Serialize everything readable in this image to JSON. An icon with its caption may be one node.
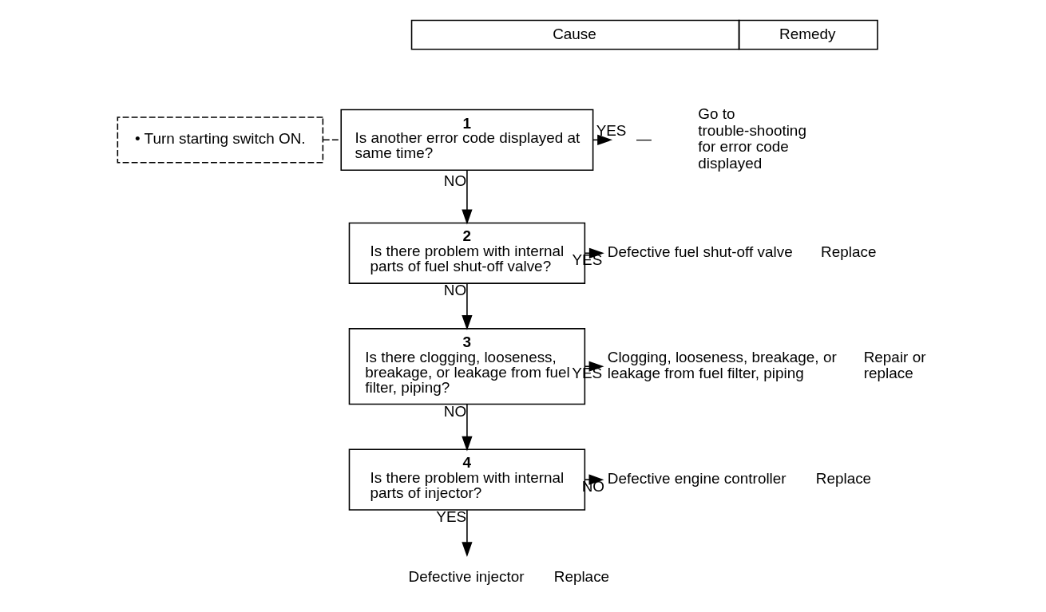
{
  "diagram": {
    "nodes": [
      {
        "text": [
          "• Turn starting switch ON."
        ]
      },
      {
        "text": [
          "1",
          "Is another error code displayed at same time?"
        ]
      },
      {
        "text": [
          "2",
          "Is there problem with internal parts of fuel shut-off valve?"
        ]
      },
      {
        "text": [
          "3",
          "Is there clogging, looseness, breakage, or leakage from fuel filter, piping?"
        ]
      },
      {
        "text": [
          "4",
          "Is there problem with internal parts of injector?"
        ]
      },
      {
        "text": [
          "—"
        ],
        "beside": [
          "Go to trouble-shooting for error code displayed"
        ]
      },
      {
        "text": [
          "Defective fuel shut-off valve"
        ],
        "beside": [
          "Replace"
        ]
      },
      {
        "text": [
          "Clogging, looseness, breakage, or leakage from fuel filter, piping"
        ],
        "beside": [
          "Repair or replace"
        ]
      },
      {
        "text": [
          "Defective engine controller"
        ],
        "beside": [
          "Replace"
        ]
      },
      {
        "text": [
          "Defective injector"
        ],
        "beside": [
          "Replace"
        ]
      }
    ],
    "edges": [
      {
        "from": 0,
        "to": 1,
        "arrow": "none",
        "style": "dashed"
      },
      {
        "from": 1,
        "to": 5,
        "arrow": "to",
        "label": "YES"
      },
      {
        "from": 1,
        "to": 2,
        "arrow": "to",
        "label": "NO"
      },
      {
        "from": 2,
        "to": 6,
        "arrow": "to",
        "label": "YES"
      },
      {
        "from": 2,
        "to": 3,
        "arrow": "to",
        "label": "NO"
      },
      {
        "from": 3,
        "to": 7,
        "arrow": "to",
        "label": "YES"
      },
      {
        "from": 3,
        "to": 4,
        "arrow": "to",
        "label": "NO"
      },
      {
        "from": 4,
        "to": 8,
        "arrow": "to",
        "label": "NO"
      },
      {
        "from": 4,
        "to": 9,
        "arrow": "to",
        "label": "YES"
      }
    ],
    "labels": [
      "Cause",
      "Remedy"
    ]
  }
}
